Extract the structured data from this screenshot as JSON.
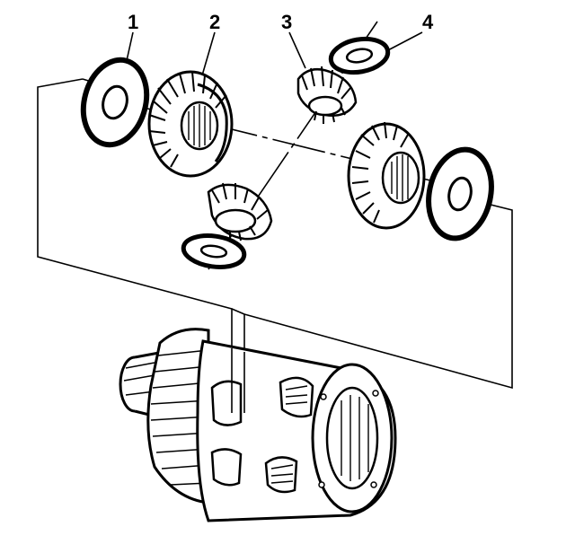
{
  "diagram": {
    "callouts": [
      {
        "number": "1",
        "part": "washer"
      },
      {
        "number": "2",
        "part": "side-gear"
      },
      {
        "number": "3",
        "part": "pinion-gear"
      },
      {
        "number": "4",
        "part": "washer"
      }
    ]
  }
}
